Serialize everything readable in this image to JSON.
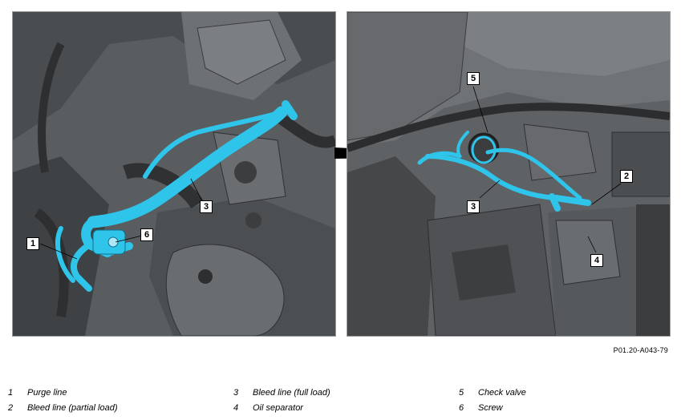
{
  "document_code": "P01.20-A043-79",
  "callouts": {
    "left": [
      "1",
      "3",
      "6"
    ],
    "right": [
      "2",
      "3",
      "4",
      "5"
    ]
  },
  "legend": [
    {
      "num": "1",
      "text": "Purge line"
    },
    {
      "num": "2",
      "text": "Bleed line (partial load)"
    },
    {
      "num": "3",
      "text": "Bleed line (full load)"
    },
    {
      "num": "4",
      "text": "Oil separator"
    },
    {
      "num": "5",
      "text": "Check valve"
    },
    {
      "num": "6",
      "text": "Screw"
    }
  ],
  "colors": {
    "highlight": "#2fc4ea",
    "engine": "#5a5d60"
  }
}
